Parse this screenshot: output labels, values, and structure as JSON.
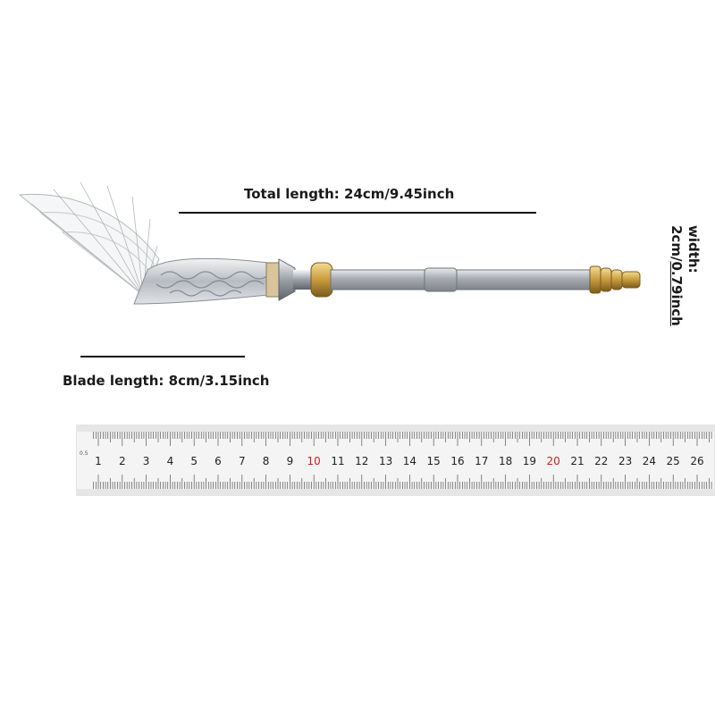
{
  "product": {
    "name": "letter-opener-photo",
    "total_length_label": "Total length: 24cm/9.45inch",
    "blade_length_label": "Blade length: 8cm/3.15inch",
    "width_title": "width:",
    "width_value_prefix": "2cm/",
    "width_value_suffix": "0.79inch"
  },
  "ruler": {
    "numbers": [
      "1",
      "2",
      "3",
      "4",
      "5",
      "6",
      "7",
      "8",
      "9",
      "10",
      "11",
      "12",
      "13",
      "14",
      "15",
      "16",
      "17",
      "18",
      "19",
      "20",
      "21",
      "22",
      "23",
      "24",
      "25",
      "26"
    ],
    "highlight_numbers": [
      "10",
      "20"
    ],
    "highlight_color": "#cc1f1f",
    "text_color": "#222222",
    "corner_mark": "0.5"
  },
  "colors": {
    "metal": "#b9bcc2",
    "brass": "#c9a24a",
    "blade": "#d6d9de"
  }
}
